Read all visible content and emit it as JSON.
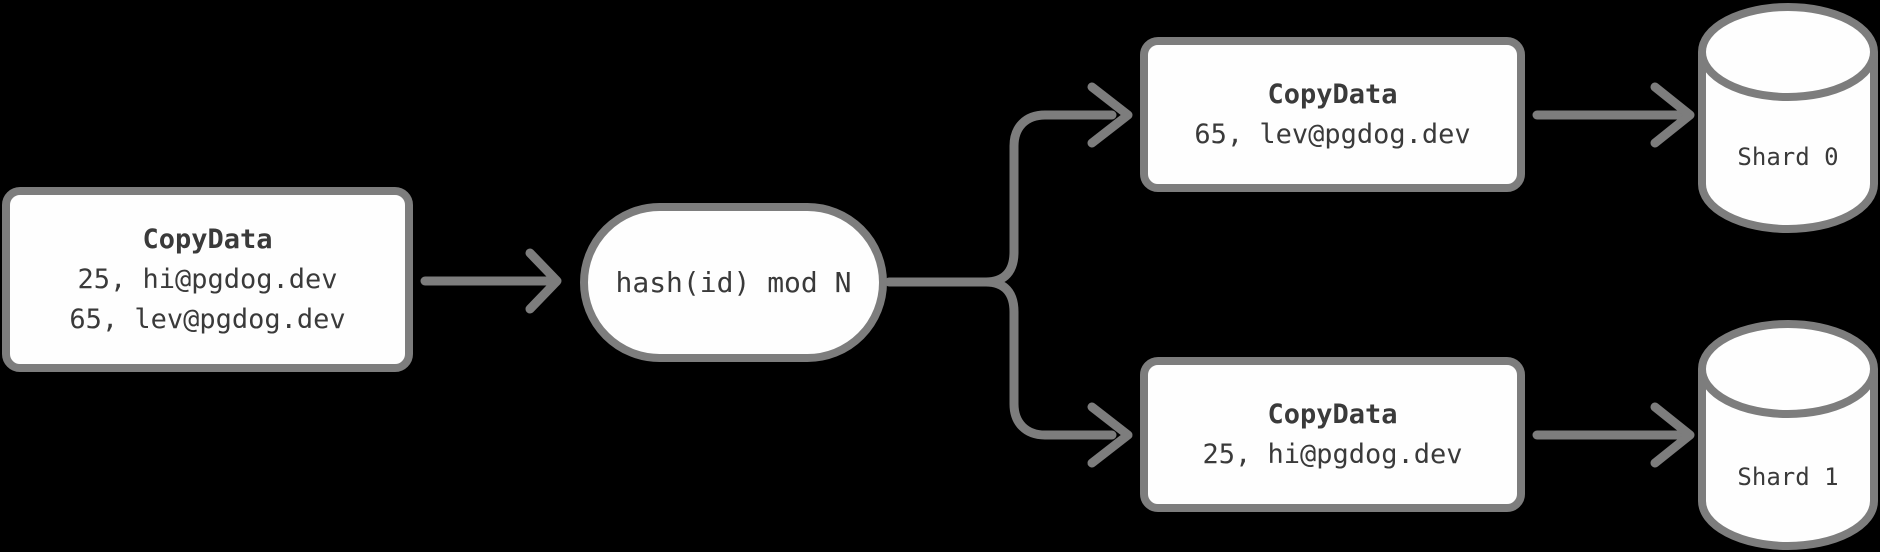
{
  "colors": {
    "background": "#000000",
    "stroke": "#7d7d7d",
    "node_fill": "#fefefe",
    "text": "#3a3a3a"
  },
  "nodes": {
    "input": {
      "title": "CopyData",
      "rows": [
        "25, hi@pgdog.dev",
        "65, lev@pgdog.dev"
      ]
    },
    "hash": {
      "label": "hash(id) mod N"
    },
    "shard0_message": {
      "title": "CopyData",
      "rows": [
        "65, lev@pgdog.dev"
      ]
    },
    "shard1_message": {
      "title": "CopyData",
      "rows": [
        "25, hi@pgdog.dev"
      ]
    },
    "shard0_db": {
      "label": "Shard 0"
    },
    "shard1_db": {
      "label": "Shard 1"
    }
  }
}
